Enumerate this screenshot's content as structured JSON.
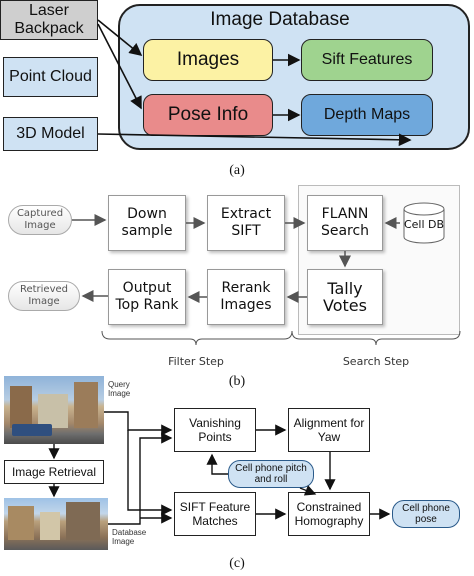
{
  "part_a": {
    "caption": "(a)",
    "database_title": "Image Database",
    "sources": [
      "Laser Backpack",
      "Point Cloud",
      "3D Model"
    ],
    "nodes": {
      "images": "Images",
      "sift": "Sift Features",
      "pose": "Pose Info",
      "depth": "Depth Maps"
    },
    "colors": {
      "images": "#fcf2a4",
      "sift": "#9fd38f",
      "pose": "#e98b8b",
      "depth": "#6fa8dc",
      "database": "#cfe2f3",
      "sources": "#cfe2f3"
    }
  },
  "part_b": {
    "caption": "(b)",
    "captured_image": "Captured Image",
    "retrieved_image": "Retrieved Image",
    "boxes": {
      "downsample": "Down sample",
      "extract": "Extract SIFT",
      "flann": "FLANN Search",
      "tally": "Tally Votes",
      "rerank": "Rerank Images",
      "output": "Output Top Rank"
    },
    "cell_db": "Cell DB",
    "filter_step": "Filter Step",
    "search_step": "Search Step"
  },
  "part_c": {
    "caption": "(c)",
    "query_label": "Query Image",
    "database_label": "Database Image",
    "image_retrieval": "Image Retrieval",
    "boxes": {
      "vanishing": "Vanishing Points",
      "alignment": "Alignment for Yaw",
      "sift_matches": "SIFT Feature Matches",
      "homography": "Constrained Homography"
    },
    "pills": {
      "pitch_roll": "Cell phone pitch and roll",
      "pose": "Cell phone pose"
    }
  }
}
